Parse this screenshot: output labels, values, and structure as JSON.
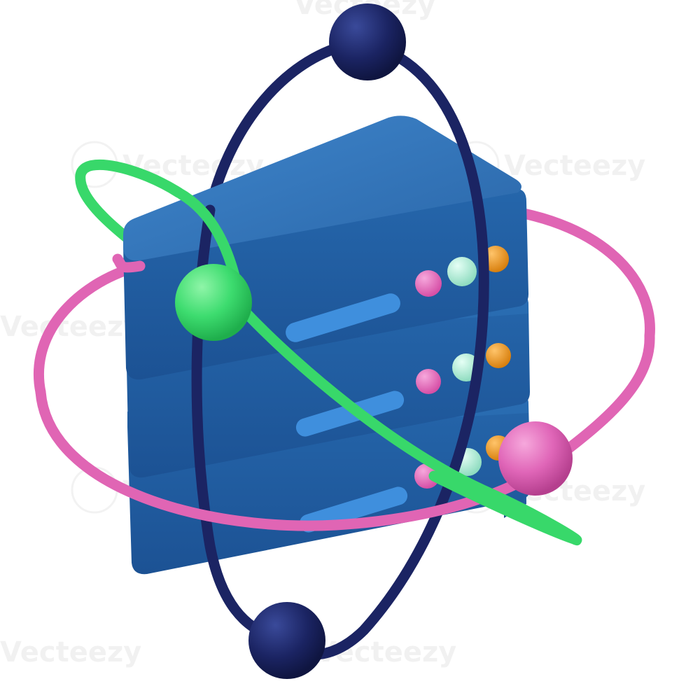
{
  "illustration": {
    "subject": "server-stack-with-orbits",
    "server": {
      "units": 3,
      "colors": {
        "top": "#2f6db0",
        "top_light": "#3b80c4",
        "front": "#1f5aa0",
        "front_dark": "#184a88",
        "slot": "#3f8fdd",
        "led_pink": "#e066b8",
        "led_mint": "#a8ebd4",
        "led_orange": "#e8931c"
      }
    },
    "orbits": [
      {
        "name": "navy",
        "color": "#1b2463"
      },
      {
        "name": "green",
        "color": "#38d86a"
      },
      {
        "name": "pink",
        "color": "#e065b4"
      }
    ],
    "nodes": [
      {
        "name": "navy-top",
        "color": "#1b2463"
      },
      {
        "name": "navy-bottom",
        "color": "#1b2463"
      },
      {
        "name": "green",
        "color": "#38d86a"
      },
      {
        "name": "pink",
        "color": "#e065b4"
      }
    ]
  },
  "watermark": {
    "text": "Vecteezy"
  }
}
